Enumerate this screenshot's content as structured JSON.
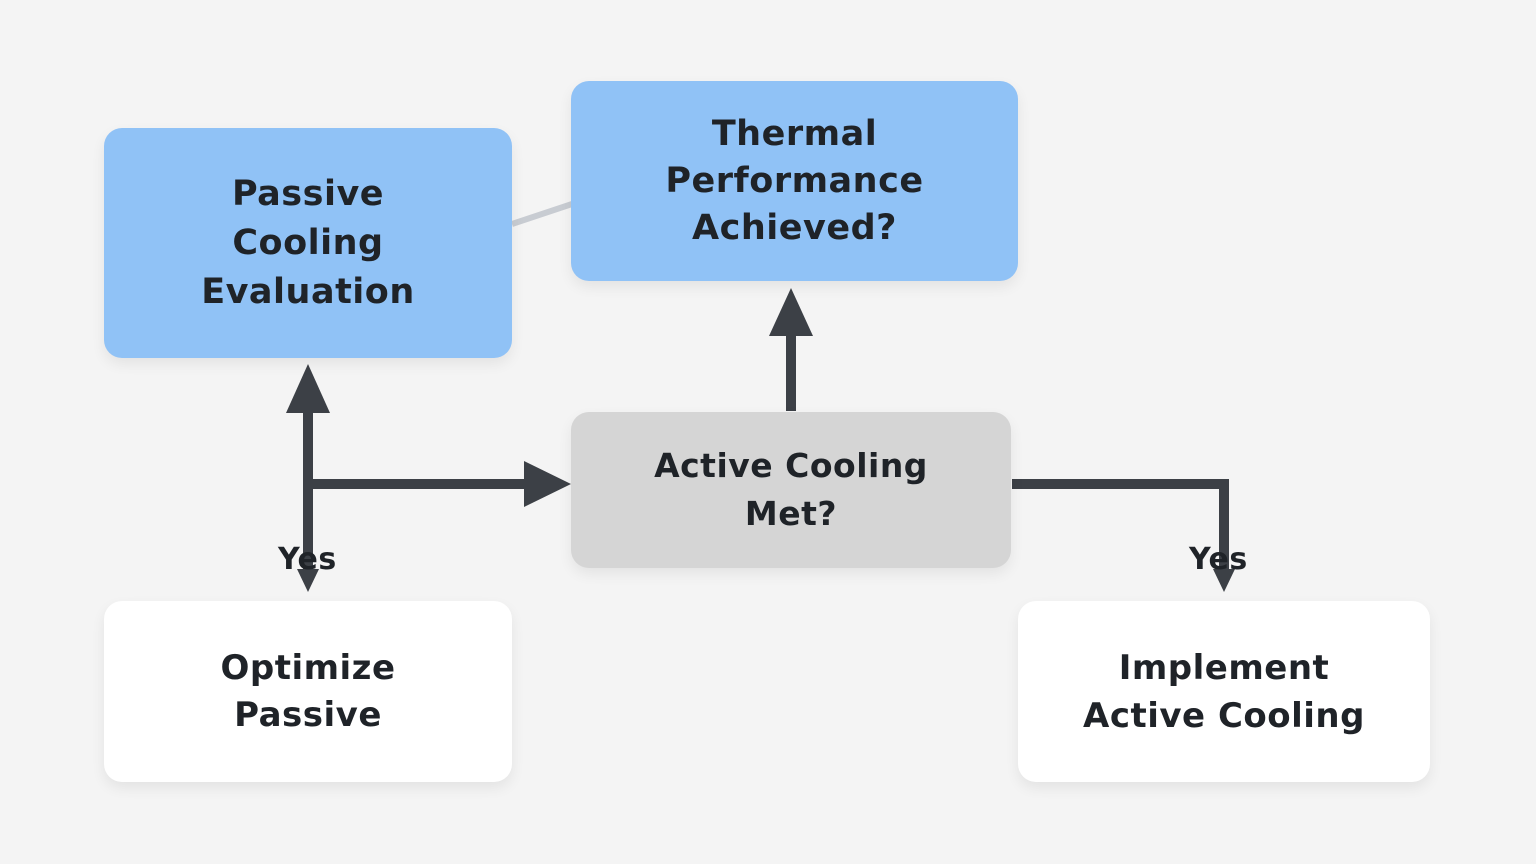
{
  "diagram": {
    "nodes": {
      "passive_evaluation": "Passive\nCooling\nEvaluation",
      "thermal_performance": "Thermal\nPerformance\nAchieved?",
      "active_cooling_met": "Active Cooling\nMet?",
      "optimize_passive": "Optimize\nPassive",
      "implement_active": "Implement\nActive Cooling"
    },
    "edge_labels": {
      "left_yes": "Yes",
      "right_yes": "Yes"
    },
    "colors": {
      "background": "#f4f4f4",
      "decision_blue": "#90c2f6",
      "process_gray": "#d5d5d5",
      "terminal_white": "#ffffff",
      "arrow": "#3c4046",
      "faint_link": "#c8ccd2"
    }
  }
}
